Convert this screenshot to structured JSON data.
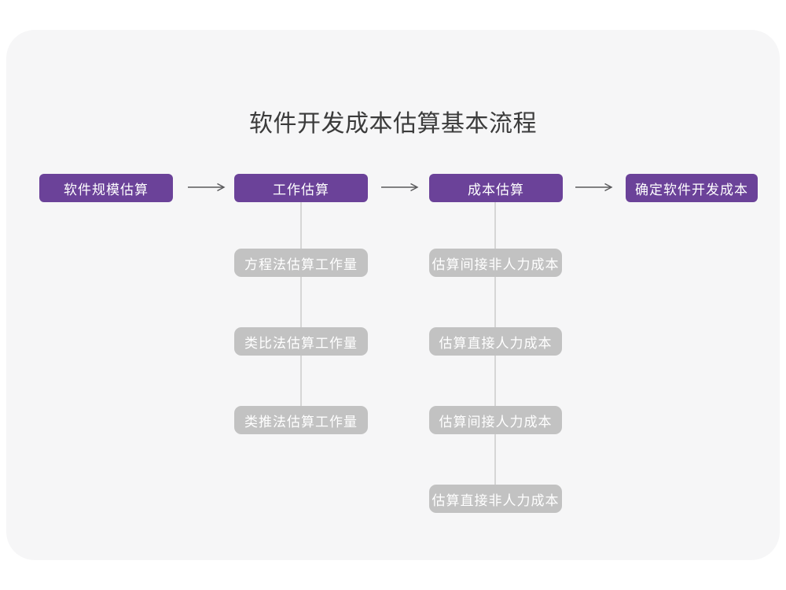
{
  "page": {
    "title": "软件开发成本估算基本流程"
  },
  "colors": {
    "background": "#ffffff",
    "card": "#f6f6f7",
    "primary": "#6b4299",
    "secondary": "#c2c2c2",
    "connector": "#d6d6d6",
    "arrow": "#58585a",
    "title_text": "#3b3b3b",
    "node_text": "#ffffff"
  },
  "flow": {
    "main_steps": [
      {
        "label": "软件规模估算"
      },
      {
        "label": "工作估算"
      },
      {
        "label": "成本估算"
      },
      {
        "label": "确定软件开发成本"
      }
    ],
    "work_estimation_methods": [
      {
        "label": "方程法估算工作量"
      },
      {
        "label": "类比法估算工作量"
      },
      {
        "label": "类推法估算工作量"
      }
    ],
    "cost_estimation_items": [
      {
        "label": "估算间接非人力成本"
      },
      {
        "label": "估算直接人力成本"
      },
      {
        "label": "估算间接人力成本"
      },
      {
        "label": "估算直接非人力成本"
      }
    ]
  }
}
